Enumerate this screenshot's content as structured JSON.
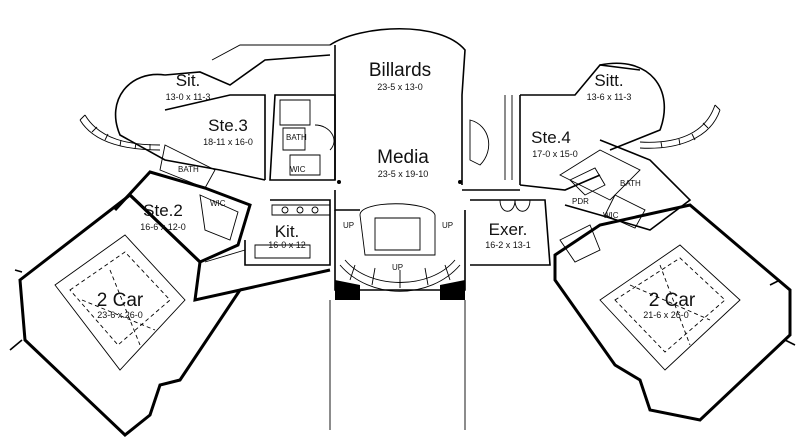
{
  "rooms": {
    "billards": {
      "name": "Billards",
      "dims": "23-5 x 13-0"
    },
    "media": {
      "name": "Media",
      "dims": "23-5 x 19-10"
    },
    "sit_left": {
      "name": "Sit.",
      "dims": "13-0 x 11-3"
    },
    "sitt_right": {
      "name": "Sitt.",
      "dims": "13-6 x 11-3"
    },
    "ste3": {
      "name": "Ste.3",
      "dims": "18-11 x 16-0"
    },
    "ste4": {
      "name": "Ste.4",
      "dims": "17-0 x 15-0"
    },
    "ste2": {
      "name": "Ste.2",
      "dims": "16-6 x 12-0"
    },
    "kit": {
      "name": "Kit.",
      "dims": "16-0 x 12"
    },
    "exer": {
      "name": "Exer.",
      "dims": "16-2 x 13-1"
    },
    "garage_left": {
      "name": "2 Car",
      "dims": "23-6 x 26-0"
    },
    "garage_right": {
      "name": "2 Car",
      "dims": "21-6 x 26-0"
    }
  },
  "small_labels": {
    "bath_left": "BATH",
    "bath_ste3": "BATH",
    "bath_right": "BATH",
    "wic_ste3": "WIC",
    "wic_ste2": "WIC",
    "wic_right": "WIC",
    "pdr": "PDR",
    "up_left": "UP",
    "up_right": "UP",
    "up_center": "UP"
  }
}
